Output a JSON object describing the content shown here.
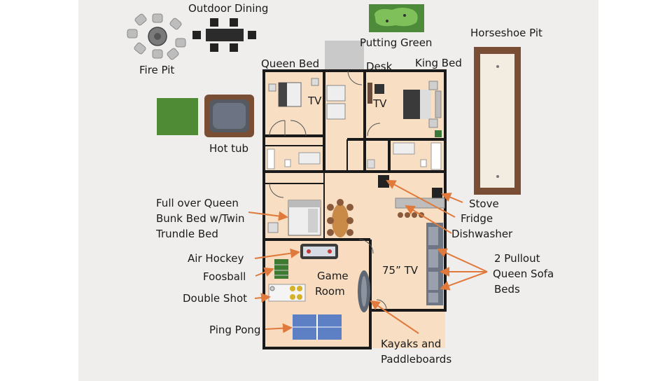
{
  "colors": {
    "floor": "#f8dfc4",
    "wall": "#1a1a1a",
    "arrow": "#e07a3c",
    "panel": "#efeeec",
    "pingpong": "#5d7fc4",
    "grass": "#4d8a3a",
    "wood": "#8a5a3a"
  },
  "labels": {
    "outdoor_dining": "Outdoor Dining",
    "putting_green": "Putting Green",
    "horseshoe_pit": "Horseshoe Pit",
    "fire_pit": "Fire Pit",
    "queen_bed": "Queen Bed",
    "desk": "Desk",
    "king_bed": "King Bed",
    "tv_1": "TV",
    "tv_2": "TV",
    "hot_tub": "Hot tub",
    "bunk_line1": "Full over Queen",
    "bunk_line2": "Bunk Bed w/Twin",
    "bunk_line3": "Trundle Bed",
    "stove": "Stove",
    "fridge": "Fridge",
    "dishwasher": "Dishwasher",
    "air_hockey": "Air Hockey",
    "foosball": "Foosball",
    "double_shot": "Double Shot",
    "ping_pong": "Ping Pong",
    "game_room_1": "Game",
    "game_room_2": "Room",
    "tv_75": "75” TV",
    "sofa_line1": "2 Pullout",
    "sofa_line2": "Queen Sofa",
    "sofa_line3": "Beds",
    "kayaks_line1": "Kayaks and",
    "kayaks_line2": "Paddleboards"
  },
  "icons": [
    "fire-pit-icon",
    "outdoor-dining-icon",
    "putting-green-icon",
    "hot-tub-icon",
    "turf-icon",
    "horseshoe-pit-icon",
    "air-hockey-icon",
    "foosball-icon",
    "double-shot-icon",
    "ping-pong-icon",
    "kayak-icon",
    "sofa-icon",
    "bed-icon",
    "dining-table-icon"
  ]
}
